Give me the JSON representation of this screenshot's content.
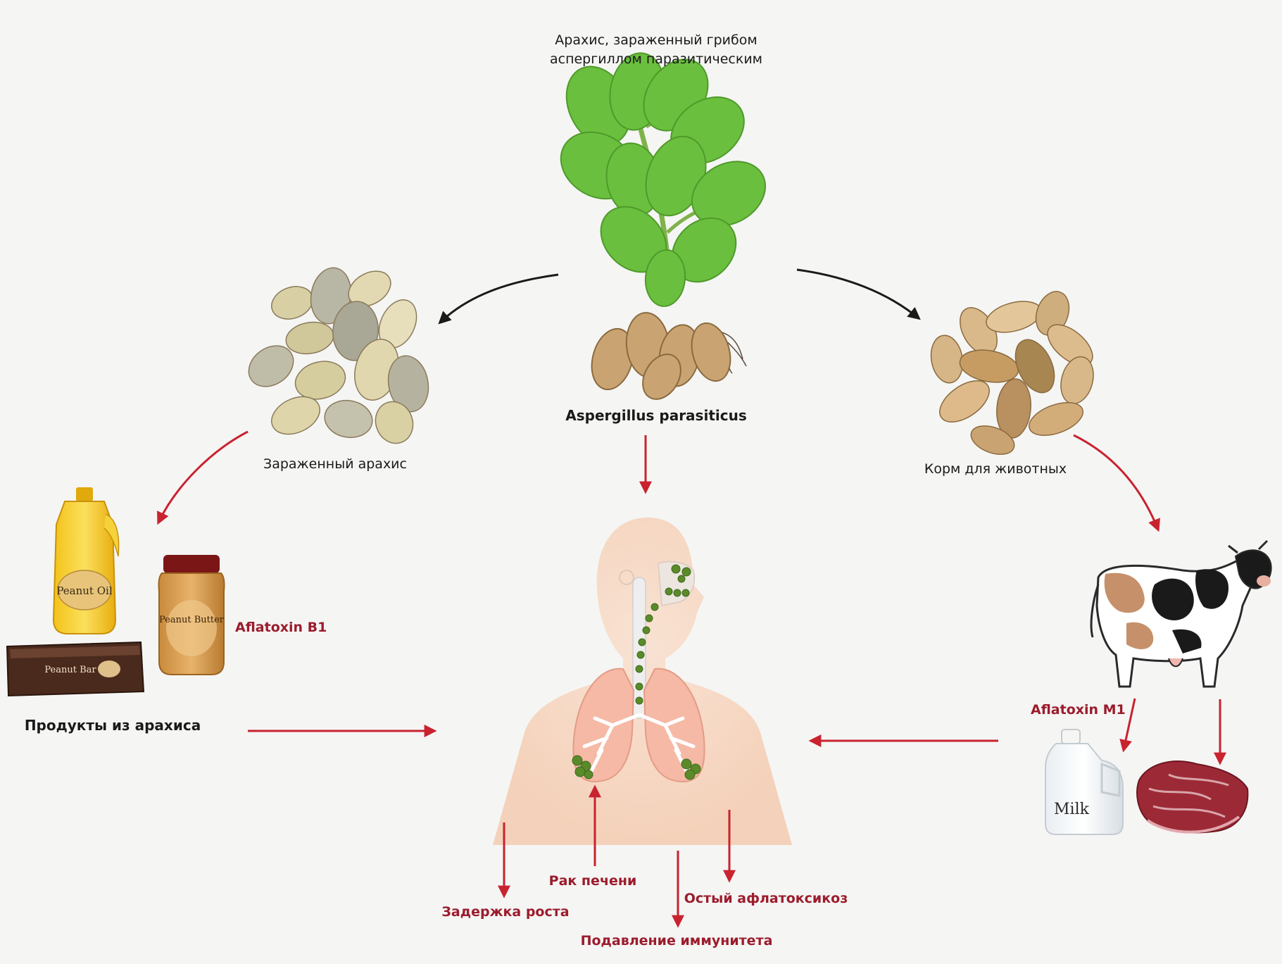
{
  "colors": {
    "background": "#f5f5f4",
    "arrow_red": "#c8232f",
    "arrow_black": "#1a1a1a",
    "label_red": "#9b1c2c",
    "leaf_green": "#6bbf3e",
    "peanut": "#d9b98a",
    "body_skin": "#f7d6c0"
  },
  "labels": {
    "plant_title_line1": "Арахис, зараженный грибом",
    "plant_title_line2": "аспергиллом паразитическим",
    "aspergillus": "Aspergillus parasiticus",
    "infected_peanut": "Зараженный арахис",
    "animal_feed": "Корм для животных",
    "peanut_products": "Продукты из арахиса",
    "aflatoxin_b1": "Aflatoxin B1",
    "aflatoxin_m1": "Aflatoxin M1",
    "liver_cancer": "Рак печени",
    "growth_delay": "Задержка роста",
    "acute_aflatoxicosis": "Остый афлатоксикоз",
    "immune_suppression": "Подавление иммунитета"
  },
  "products": {
    "peanut_oil": "Peanut Oil",
    "peanut_butter": "Peanut Butter",
    "peanut_bar": "Peanut Bar",
    "milk": "Milk"
  },
  "icons": [
    "peanut-plant-icon",
    "infected-peanuts-icon",
    "animal-feed-icon",
    "peanut-oil-bottle-icon",
    "peanut-butter-jar-icon",
    "peanut-bar-icon",
    "human-body-icon",
    "cow-icon",
    "milk-jug-icon",
    "meat-icon"
  ]
}
